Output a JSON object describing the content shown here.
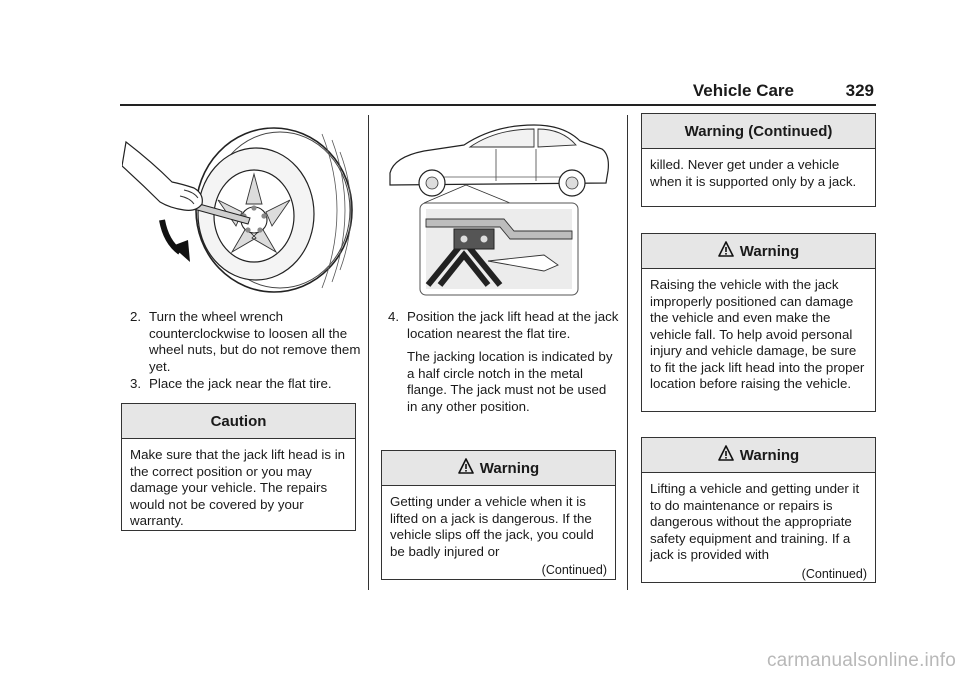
{
  "header": {
    "section": "Vehicle Care",
    "page_number": "329"
  },
  "figure_wheel": {
    "alt": ""
  },
  "figure_car": {
    "alt": ""
  },
  "steps": [
    {
      "num": "2.",
      "text": "Turn the wheel wrench counterclockwise to loosen all the wheel nuts, but do not remove them yet."
    },
    {
      "num": "3.",
      "text": "Place the jack near the flat tire."
    },
    {
      "num": "4.",
      "text": "Position the jack lift head at the jack location nearest the flat tire.",
      "note": "The jacking location is indicated by a half circle notch in the metal flange. The jack must not be used in any other position."
    }
  ],
  "caution": {
    "title": "Caution",
    "body": "Make sure that the jack lift head is in the correct position or you may damage your vehicle. The repairs would not be covered by your warranty."
  },
  "warning_mid": {
    "title": "Warning",
    "body": "Getting under a vehicle when it is lifted on a jack is dangerous. If the vehicle slips off the jack, you could be badly injured or",
    "continued": "(Continued)"
  },
  "warning_cont": {
    "title": "Warning  (Continued)",
    "body": "killed. Never get under a vehicle when it is supported only by a jack."
  },
  "warning_raise": {
    "title": "Warning",
    "body": "Raising the vehicle with the jack improperly positioned can damage the vehicle and even make the vehicle fall. To help avoid personal injury and vehicle damage, be sure to fit the jack lift head into the proper location before raising the vehicle."
  },
  "warning_lift": {
    "title": "Warning",
    "body": "Lifting a vehicle and getting under it to do maintenance or repairs is dangerous without the appropriate safety equipment and training. If a jack is provided with",
    "continued": "(Continued)"
  },
  "footer": {
    "watermark": "carmanualsonline.info"
  }
}
